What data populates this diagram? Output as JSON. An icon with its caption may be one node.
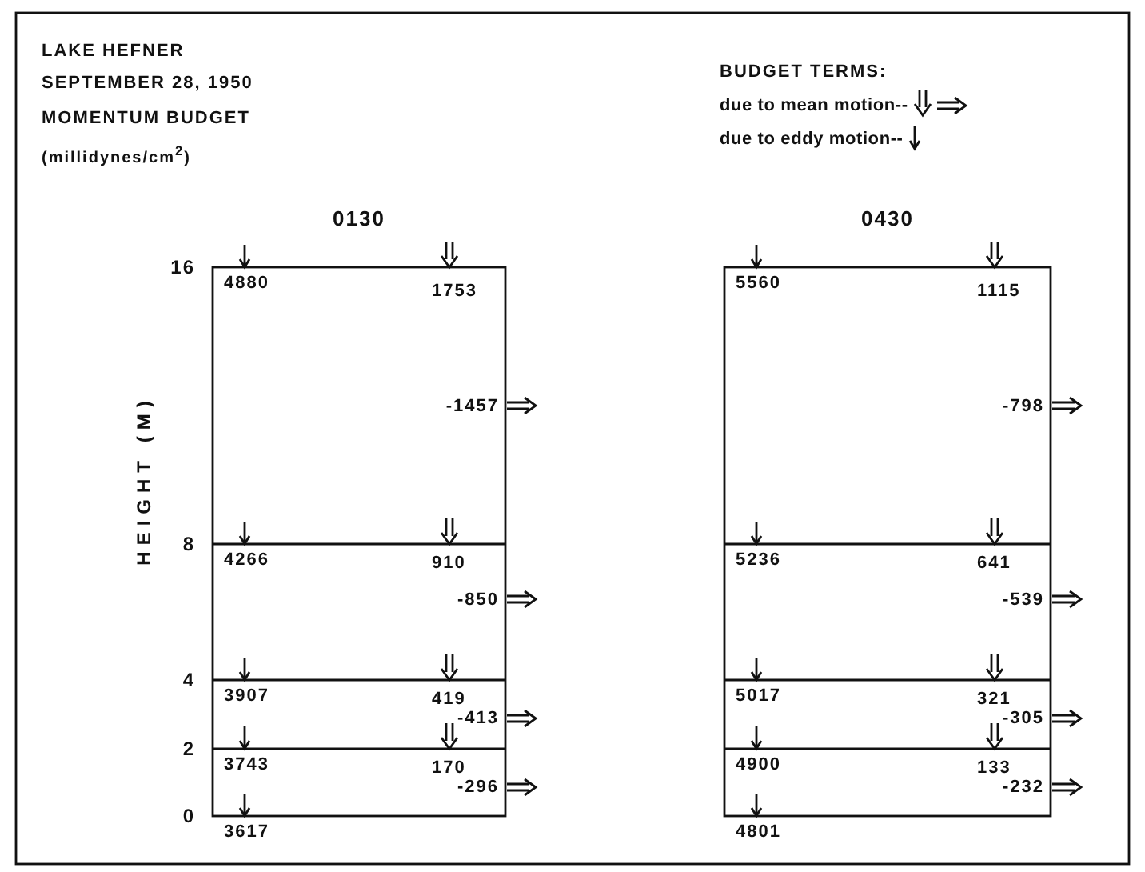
{
  "diagram": {
    "labels": [
      "LAKE HEFNER",
      "SEPTEMBER 28, 1950",
      "MOMENTUM BUDGET",
      "(millidynes/cm$^{2}$)",
      "BUDGET TERMS:",
      "0130",
      "0430",
      "HEIGHT (M)",
      "16",
      "8",
      "4",
      "2",
      "0",
      "4880",
      "1753",
      "-1457",
      "4266",
      "910",
      "-850",
      "3907",
      "419",
      "-413",
      "3743",
      "170",
      "-296",
      "3617",
      "5560",
      "1115",
      "-798",
      "5236",
      "641",
      "-539",
      "5017",
      "321",
      "-305",
      "4900",
      "133",
      "-232",
      "4801"
    ],
    "legend": [
      {
        "text": "due to mean motion--"
      },
      {
        "text": "due to eddy motion--"
      }
    ]
  }
}
